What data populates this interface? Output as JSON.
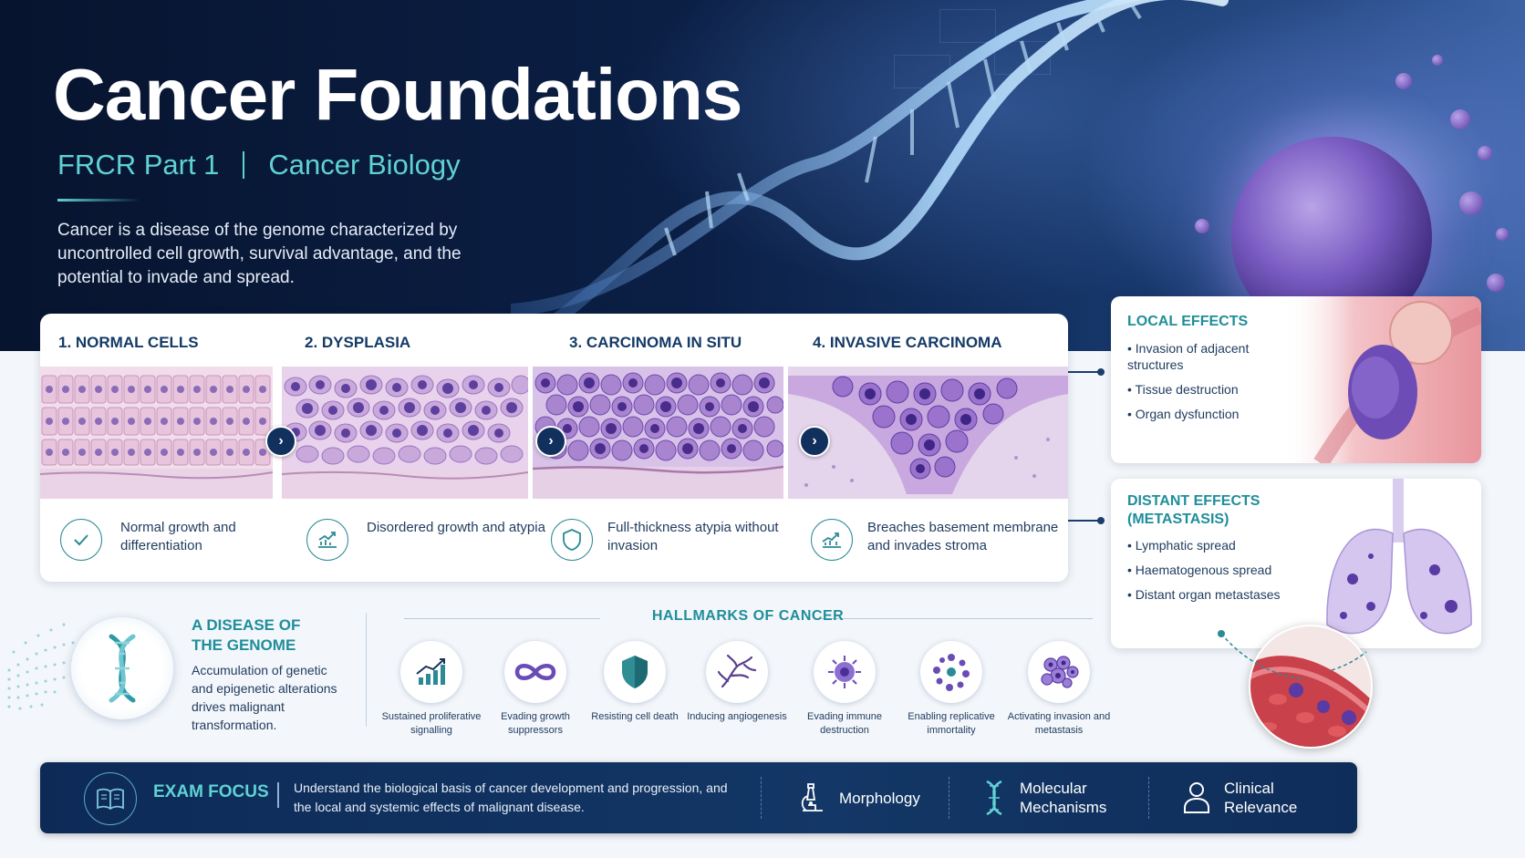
{
  "header": {
    "title": "Cancer Foundations",
    "subtitle_left": "FRCR Part 1",
    "subtitle_right": "Cancer Biology",
    "intro": "Cancer is a disease of the genome characterized by uncontrolled cell growth, survival advantage, and the potential to invade and spread."
  },
  "stages": [
    {
      "title": "1. NORMAL CELLS",
      "desc": "Normal growth and differentiation",
      "icon": "check-icon"
    },
    {
      "title": "2. DYSPLASIA",
      "desc": "Disordered growth and atypia",
      "icon": "growth-chart-icon"
    },
    {
      "title": "3. CARCINOMA IN SITU",
      "desc": "Full-thickness atypia without invasion",
      "icon": "shield-icon"
    },
    {
      "title": "4. INVASIVE CARCINOMA",
      "desc": "Breaches basement membrane and invades stroma",
      "icon": "invasion-chart-icon"
    }
  ],
  "local_effects": {
    "title": "LOCAL EFFECTS",
    "items": [
      "Invasion of adjacent structures",
      "Tissue destruction",
      "Organ dysfunction"
    ]
  },
  "distant_effects": {
    "title": "DISTANT EFFECTS (METASTASIS)",
    "items": [
      "Lymphatic spread",
      "Haematogenous spread",
      "Distant organ metastases"
    ]
  },
  "genome": {
    "title": "A DISEASE OF THE GENOME",
    "desc": "Accumulation of genetic and epigenetic alterations drives malignant transformation."
  },
  "hallmarks": {
    "title": "HALLMARKS OF CANCER",
    "items": [
      {
        "label": "Sustained proliferative signalling",
        "icon": "bar-chart-icon"
      },
      {
        "label": "Evading growth suppressors",
        "icon": "infinity-icon"
      },
      {
        "label": "Resisting cell death",
        "icon": "shield-icon"
      },
      {
        "label": "Inducing angiogenesis",
        "icon": "vessel-icon"
      },
      {
        "label": "Evading immune destruction",
        "icon": "immune-cell-icon"
      },
      {
        "label": "Enabling replicative immortality",
        "icon": "cell-ring-icon"
      },
      {
        "label": "Activating invasion and metastasis",
        "icon": "cell-cluster-icon"
      }
    ]
  },
  "exam": {
    "label": "EXAM FOCUS",
    "text": "Understand the biological basis of cancer development and progression, and the local and systemic effects of malignant disease.",
    "items": [
      {
        "label": "Morphology",
        "icon": "microscope-icon"
      },
      {
        "label": "Molecular Mechanisms",
        "icon": "dna-icon"
      },
      {
        "label": "Clinical Relevance",
        "icon": "person-icon"
      }
    ]
  },
  "colors": {
    "navy": "#0b1f45",
    "teal": "#1f8e9b",
    "accent": "#5fd2d4",
    "purple": "#6b4bb5"
  }
}
